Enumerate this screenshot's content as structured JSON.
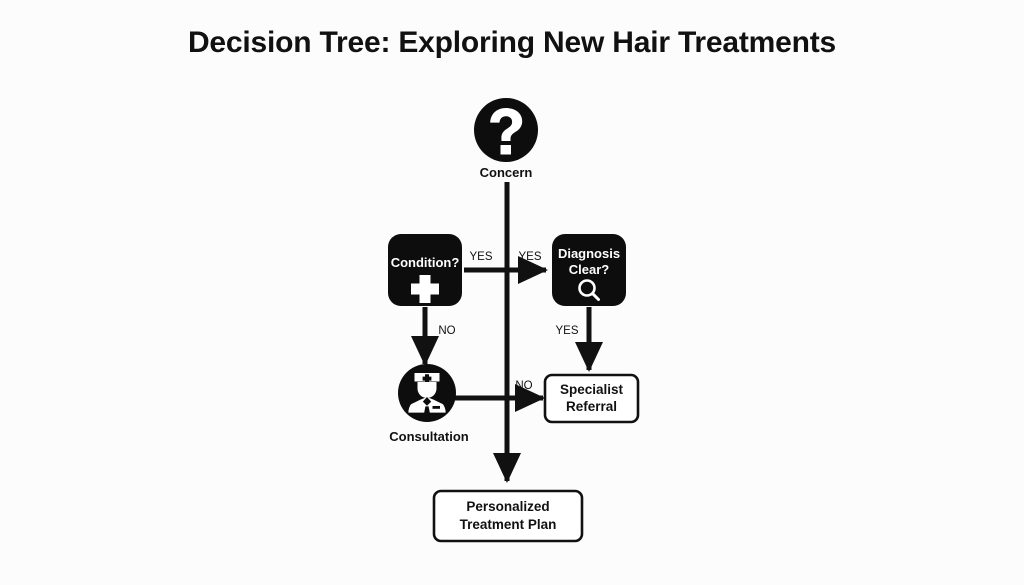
{
  "title": "Decision Tree: Exploring New Hair Treatments",
  "theme": {
    "background": "#fcfcfc",
    "ink": "#111111",
    "node_fill_dark": "#0d0d0d",
    "node_fill_light": "#ffffff",
    "node_text_dark": "#ffffff",
    "node_text_light": "#111111"
  },
  "nodes": {
    "concern": {
      "id": "concern",
      "shape": "circle",
      "style": "dark",
      "icon": "question-mark-icon",
      "icon_glyph": "?",
      "caption": "Concern"
    },
    "condition": {
      "id": "condition",
      "shape": "rounded-rect",
      "style": "dark",
      "icon": "medical-cross-icon",
      "label_lines": [
        "Condition?"
      ]
    },
    "diagnosis": {
      "id": "diagnosis",
      "shape": "rounded-rect",
      "style": "dark",
      "icon": "magnifier-icon",
      "label_lines": [
        "Diagnosis",
        "Clear?"
      ]
    },
    "consultation": {
      "id": "consultation",
      "shape": "circle",
      "style": "dark",
      "icon": "doctor-icon",
      "caption": "Consultation"
    },
    "specialist": {
      "id": "specialist",
      "shape": "rounded-rect",
      "style": "light",
      "label_lines": [
        "Specialist",
        "Referral"
      ]
    },
    "plan": {
      "id": "plan",
      "shape": "rounded-rect",
      "style": "light",
      "label_lines": [
        "Personalized",
        "Treatment Plan"
      ]
    }
  },
  "edges": [
    {
      "id": "concern-to-plan",
      "from": "concern",
      "to": "plan",
      "label": ""
    },
    {
      "id": "condition-yes",
      "from": "condition",
      "to": "diagnosis",
      "label": "YES"
    },
    {
      "id": "condition-yes-2",
      "from": "condition",
      "to": "diagnosis",
      "label": "YES"
    },
    {
      "id": "condition-no",
      "from": "condition",
      "to": "consultation",
      "label": "NO"
    },
    {
      "id": "diagnosis-yes",
      "from": "diagnosis",
      "to": "specialist",
      "label": "YES"
    },
    {
      "id": "consultation-no",
      "from": "consultation",
      "to": "specialist",
      "label": "NO"
    }
  ]
}
